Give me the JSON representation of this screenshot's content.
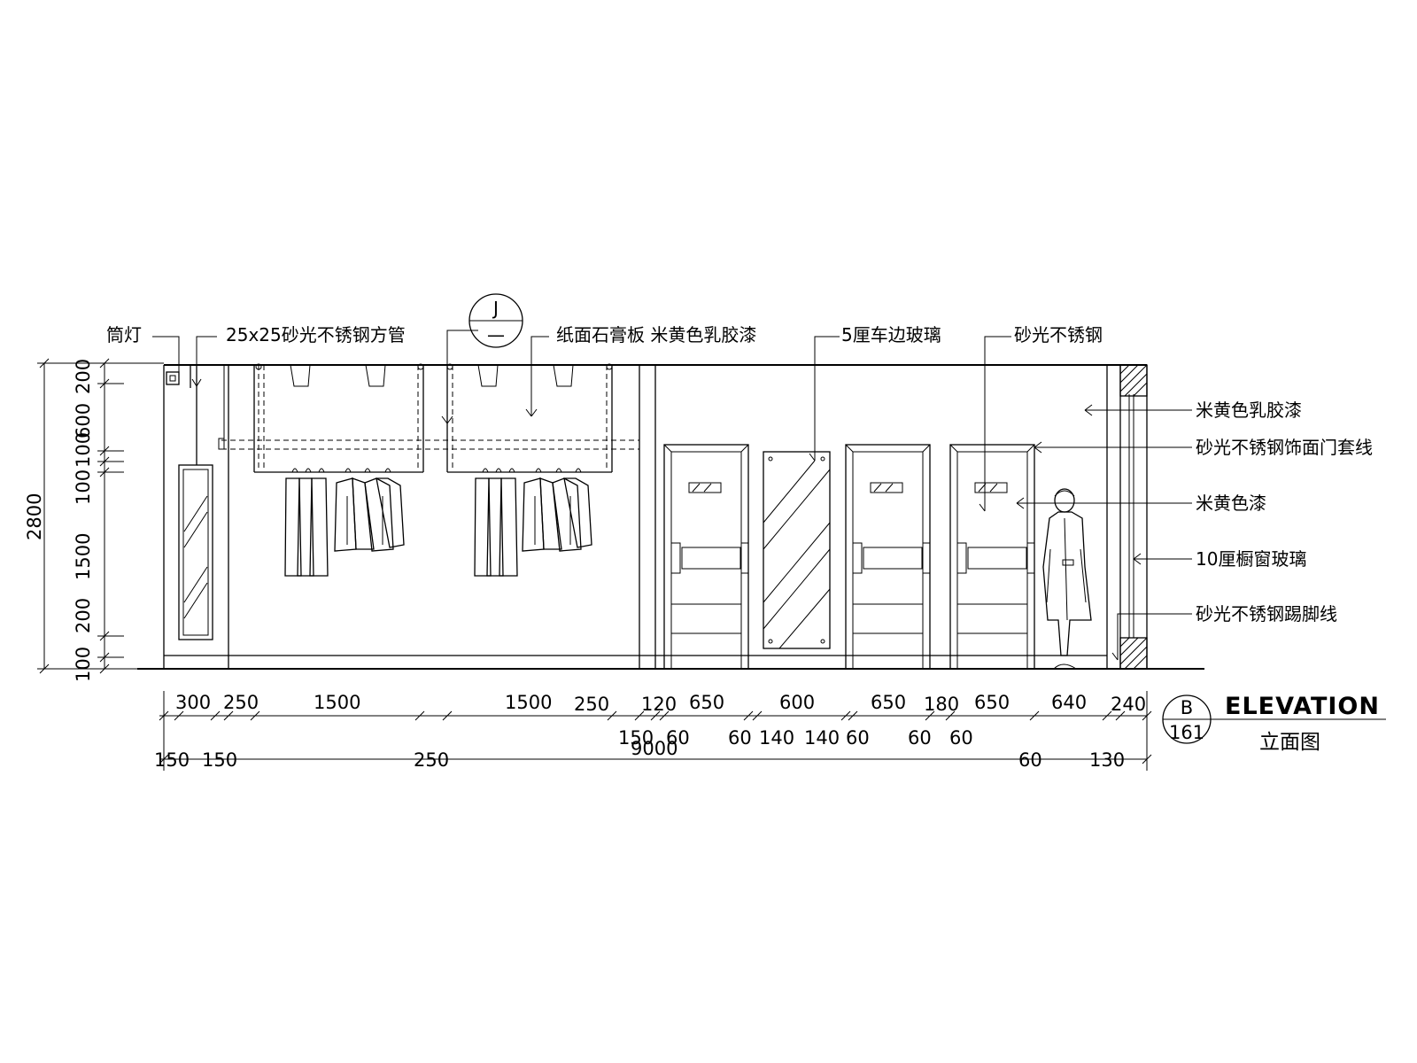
{
  "callouts": {
    "downlight": "筒灯",
    "square_tube": "25x25砂光不锈钢方管",
    "gypsum_board": "纸面石膏板 米黄色乳胶漆",
    "glass_5": "5厘车边玻璃",
    "sanded_steel": "砂光不锈钢",
    "beige_latex": "米黄色乳胶漆",
    "door_frame": "砂光不锈钢饰面门套线",
    "beige_paint": "米黄色漆",
    "window_glass": "10厘橱窗玻璃",
    "skirting": "砂光不锈钢踢脚线"
  },
  "section_mark": {
    "top": "J",
    "bottom": "—"
  },
  "left_dims": {
    "total": "2800",
    "segments": [
      "200",
      "600",
      "100",
      "100",
      "1500",
      "200",
      "100"
    ]
  },
  "bottom_dims": {
    "row1": [
      "300",
      "250",
      "1500",
      "1500",
      "250",
      "120",
      "650",
      "650",
      "180",
      "650",
      "640",
      "240",
      "600"
    ],
    "row2": [
      "150",
      "60",
      "60",
      "140",
      "140",
      "60",
      "60",
      "60"
    ],
    "overall": "9000",
    "row3": [
      "150",
      "150",
      "250",
      "60",
      "130"
    ]
  },
  "title": {
    "ref_top": "B",
    "ref_bottom": "161",
    "english": "ELEVATION",
    "chinese": "立面图"
  }
}
